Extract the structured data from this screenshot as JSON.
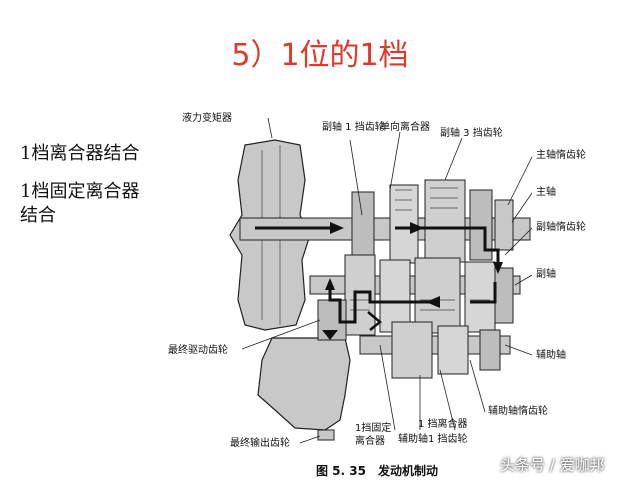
{
  "title": "5）1位的1档",
  "notes": [
    "1档离合器结合",
    "1档固定离合器",
    "结合"
  ],
  "diagram": {
    "labels": {
      "torque_converter": "液力变矩器",
      "sub_shaft_1st_gear": "副轴 1 挡齿轮",
      "one_way_clutch": "单向离合器",
      "sub_shaft_3rd_gear": "副轴 3 挡齿轮",
      "main_idler_gear": "主轴惰齿轮",
      "main_shaft": "主轴",
      "sub_idler_gear": "副轴惰齿轮",
      "sub_shaft": "副轴",
      "final_drive_gear": "最终驱动齿轮",
      "aux_shaft": "辅助轴",
      "aux_idler_gear": "辅助轴惰齿轮",
      "first_clutch": "1 挡离合器",
      "first_hold_clutch_l1": "1挡固定",
      "first_hold_clutch_l2": "离合器",
      "aux_shaft_1st_gear": "辅助轴1 挡齿轮",
      "final_output_gear": "最终输出齿轮"
    },
    "caption": "图 5. 35　发动机制动"
  },
  "watermark": "头条号 / 爱咖邦",
  "colors": {
    "title": "#e0392b",
    "part_fill": "#c8c8c8",
    "outline": "#222222",
    "flow_arrow": "#111111"
  }
}
